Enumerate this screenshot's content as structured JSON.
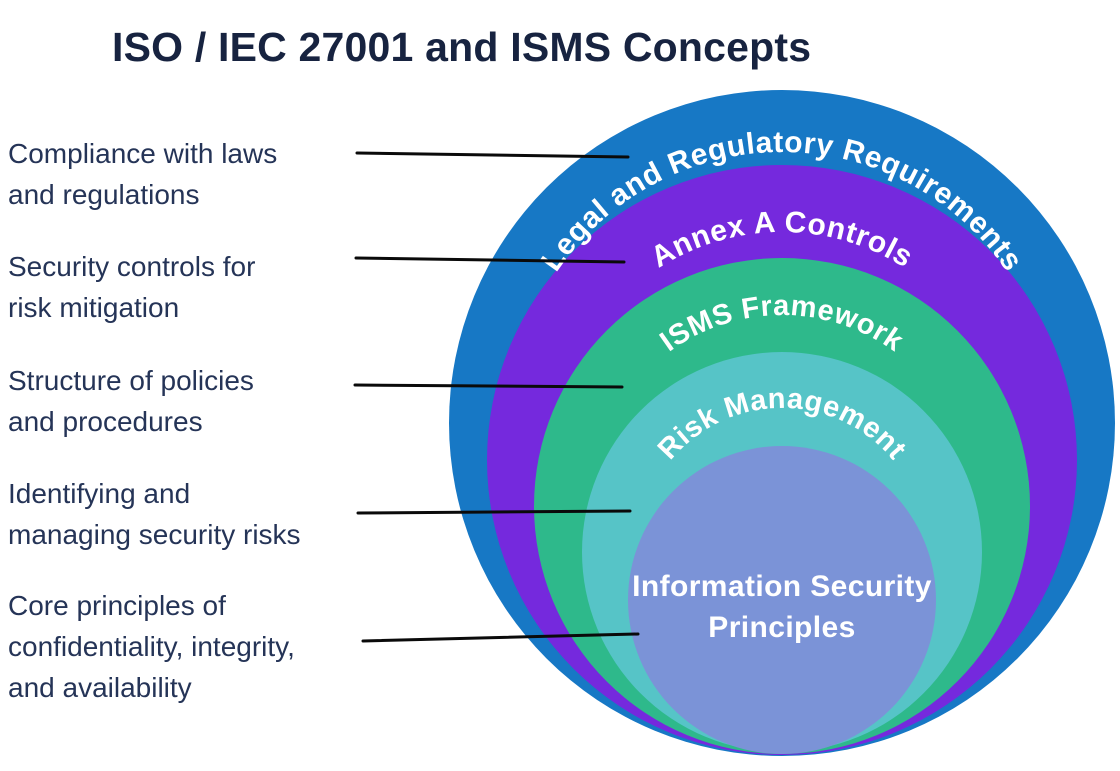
{
  "title": "ISO / IEC 27001 and ISMS Concepts",
  "colors": {
    "background": "#FFFFFF",
    "title_text": "#172340",
    "annotation_text": "#253457",
    "connector_line": "#0A0A0A",
    "ring_label_text": "#FFFFFF"
  },
  "rings": [
    {
      "name": "legal-regulatory-requirements",
      "label": "Legal and Regulatory Requirements",
      "color": "#1778C5"
    },
    {
      "name": "annex-a-controls",
      "label": "Annex A Controls",
      "color": "#7529DD"
    },
    {
      "name": "isms-framework",
      "label": "ISMS Framework",
      "color": "#2EB98B"
    },
    {
      "name": "risk-management",
      "label": "Risk Management",
      "color": "#56C4C7"
    },
    {
      "name": "information-security-principles",
      "label": "Information Security\nPrinciples",
      "color": "#7B93D7"
    }
  ],
  "annotations": [
    {
      "text": "Compliance with laws\nand regulations",
      "target_ring": "legal-regulatory-requirements"
    },
    {
      "text": "Security controls for\nrisk mitigation",
      "target_ring": "annex-a-controls"
    },
    {
      "text": "Structure of policies\nand procedures",
      "target_ring": "isms-framework"
    },
    {
      "text": "Identifying and\nmanaging security risks",
      "target_ring": "risk-management"
    },
    {
      "text": "Core principles of\nconfidentiality, integrity,\nand availability",
      "target_ring": "information-security-principles"
    }
  ]
}
